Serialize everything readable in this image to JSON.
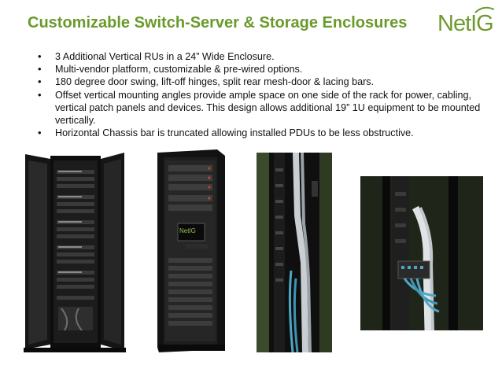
{
  "slide": {
    "title": "Customizable Switch-Server & Storage Enclosures",
    "logo_text": "NetIG",
    "brand_color": "#6a9a2a",
    "bullets": [
      "3 Additional Vertical RUs in a 24” Wide Enclosure.",
      "Multi-vendor platform, customizable & pre-wired options.",
      "180 degree door swing, lift-off hinges, split rear mesh-door & lacing bars.",
      "Offset vertical mounting angles provide ample space on one side of the rack for power, cabling, vertical patch panels and devices. This design allows additional 19” 1U equipment to be mounted vertically.",
      "Horizontal Chassis bar is truncated allowing  installed PDUs to be less obstructive."
    ],
    "photos": [
      {
        "name": "open-rack-photo",
        "icon": "server-rack-open"
      },
      {
        "name": "closed-rack-photo",
        "icon": "server-rack-closed",
        "badge_text": "NetIG"
      },
      {
        "name": "vertical-cabling-photo",
        "icon": "cable-management"
      },
      {
        "name": "patch-panel-photo",
        "icon": "patch-panel"
      }
    ]
  }
}
